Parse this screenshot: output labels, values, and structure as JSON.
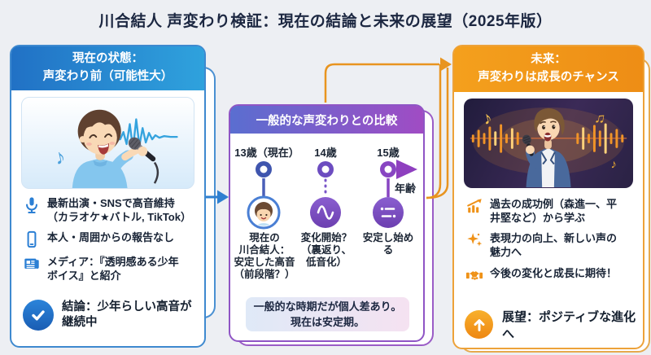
{
  "title": "川合結人 声変わり検証：現在の結論と未来の展望（2025年版）",
  "colors": {
    "background": "#edeff3",
    "left_accent": "#2b7fd4",
    "middle_accent": "#8f55c5",
    "right_accent": "#ef9218",
    "left_header_gradient": [
      "#2171c5",
      "#2fa2dd"
    ],
    "middle_header_gradient": [
      "#5a6ed0",
      "#a04cc4"
    ],
    "right_header_gradient": [
      "#f4a01d",
      "#ee8d15"
    ]
  },
  "left_panel": {
    "header": [
      "現在の状態：",
      "声変わり前（可能性大）"
    ],
    "illustration": {
      "name": "boy-singing-with-microphone",
      "note_glyph": "♪"
    },
    "bullets": [
      {
        "icon": "microphone-icon",
        "lines": [
          "最新出演・SNSで高音維持",
          "（カラオケ★バトル, TikTok）"
        ]
      },
      {
        "icon": "smartphone-icon",
        "lines": [
          "本人・周囲からの報告なし",
          ""
        ]
      },
      {
        "icon": "newspaper-icon",
        "lines": [
          "メディア：『透明感ある少年",
          "ボイス』と紹介"
        ]
      }
    ],
    "conclusion": {
      "icon": "check-circle-icon",
      "lines": [
        "結論：少年らしい高音が",
        "継続中"
      ]
    }
  },
  "middle_panel": {
    "header": "一般的な声変わりとの比較",
    "axis_label": "年齢",
    "milestones": [
      {
        "age": "13歳（現在）",
        "node_icon": "boy-avatar-icon",
        "lines": [
          "現在の",
          "川合結人：",
          "安定した高音",
          "（前段階？）"
        ]
      },
      {
        "age": "14歳",
        "node_icon": "waveform-icon",
        "lines": [
          "変化開始？",
          "（裏返り、",
          "低音化）"
        ]
      },
      {
        "age": "15歳",
        "node_icon": "stabilize-icon",
        "lines": [
          "安定し始め",
          "る"
        ]
      }
    ],
    "note": [
      "一般的な時期だが個人差あり。",
      "現在は安定期。"
    ]
  },
  "right_panel": {
    "header": [
      "未来：",
      "声変わりは成長のチャンス"
    ],
    "illustration": {
      "name": "young-man-singing-with-microphone",
      "note_glyphs": [
        "♪",
        "♫",
        "♪"
      ]
    },
    "bullets": [
      {
        "icon": "growth-chart-icon",
        "lines": [
          "過去の成功例（森進一、平",
          "井堅など）から学ぶ"
        ]
      },
      {
        "icon": "sparkles-icon",
        "lines": [
          "表現力の向上、新しい声の",
          "魅力へ"
        ]
      },
      {
        "icon": "handshake-icon",
        "lines": [
          "今後の変化と成長に期待！",
          ""
        ]
      }
    ],
    "outlook": {
      "icon": "up-arrow-circle-icon",
      "text": "展望：ポジティブな進化へ"
    }
  }
}
